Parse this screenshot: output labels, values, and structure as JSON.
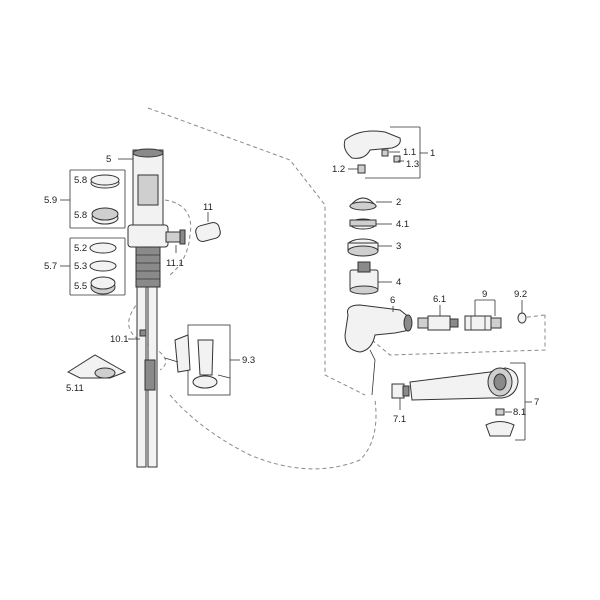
{
  "labels": {
    "l5": "5",
    "l5_8a": "5.8",
    "l5_8b": "5.8",
    "l5_9": "5.9",
    "l5_2": "5.2",
    "l5_3": "5.3",
    "l5_5": "5.5",
    "l5_7": "5.7",
    "l10_1": "10.1",
    "l5_11": "5.11",
    "l11": "11",
    "l11_1": "11.1",
    "l9_3": "9.3",
    "l1_1": "1.1",
    "l1_2": "1.2",
    "l1_3": "1.3",
    "l1": "1",
    "l2": "2",
    "l4_1": "4.1",
    "l3": "3",
    "l4": "4",
    "l6": "6",
    "l6_1": "6.1",
    "l9": "9",
    "l9_2": "9.2",
    "l7": "7",
    "l7_1": "7.1",
    "l8_1": "8.1"
  },
  "colors": {
    "line": "#333333",
    "dash": "#888888",
    "part_light": "#f2f2f2",
    "part_dark": "#8a8a8a"
  }
}
